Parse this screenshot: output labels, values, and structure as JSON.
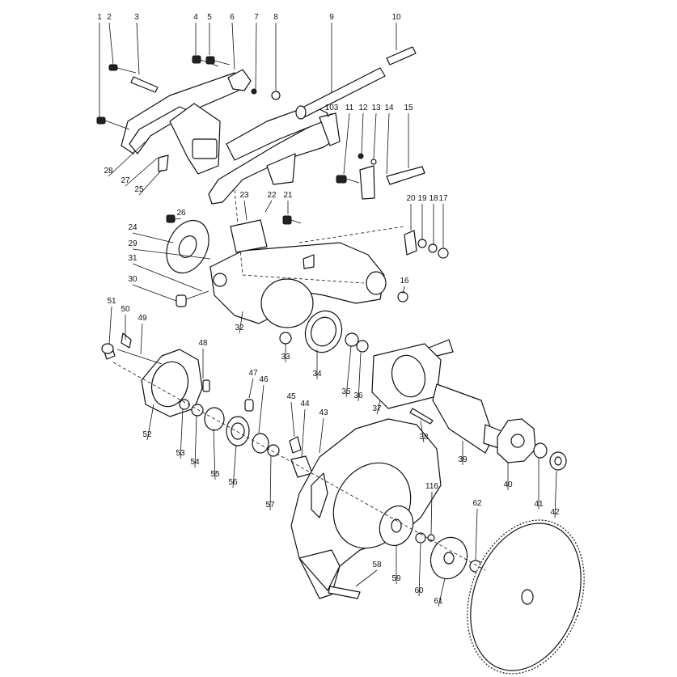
{
  "diagram": {
    "callouts": [
      "1",
      "2",
      "3",
      "4",
      "5",
      "6",
      "7",
      "8",
      "9",
      "10",
      "103",
      "11",
      "12",
      "13",
      "14",
      "15",
      "16",
      "17",
      "18",
      "19",
      "20",
      "21",
      "22",
      "23",
      "24",
      "25",
      "26",
      "27",
      "28",
      "29",
      "30",
      "31",
      "32",
      "33",
      "34",
      "35",
      "36",
      "37",
      "38",
      "39",
      "40",
      "41",
      "42",
      "43",
      "44",
      "45",
      "46",
      "47",
      "48",
      "49",
      "50",
      "51",
      "52",
      "53",
      "54",
      "55",
      "56",
      "57",
      "58",
      "59",
      "60",
      "61",
      "62",
      "116"
    ]
  }
}
